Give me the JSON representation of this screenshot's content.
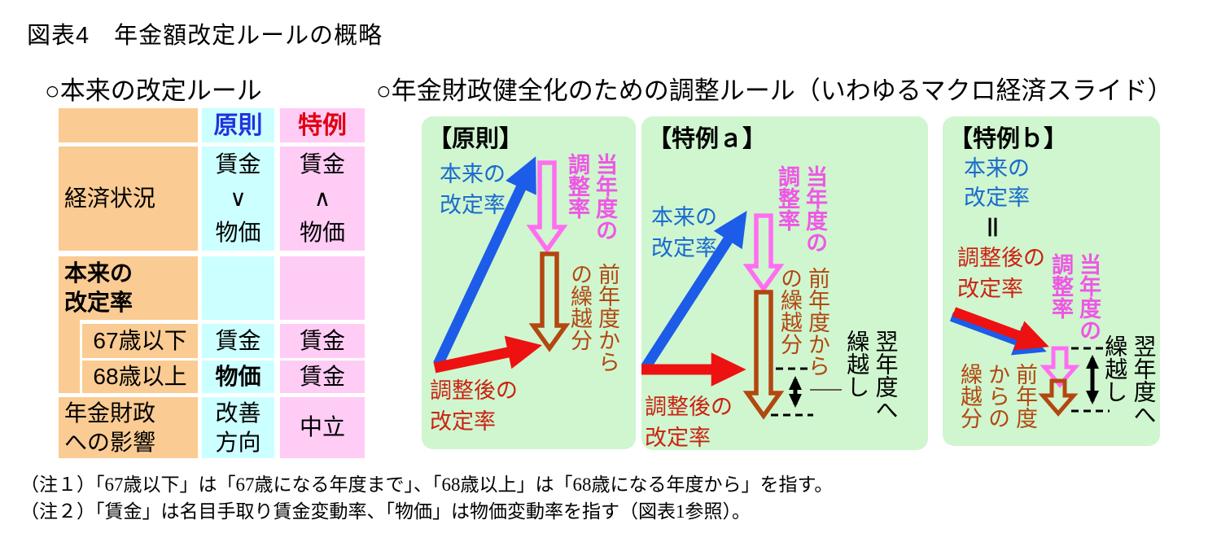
{
  "figure_title": "図表4　年金額改定ルールの概略",
  "sections": {
    "left_heading": "○本来の改定ルール",
    "right_heading": "○年金財政健全化のための調整ルール（いわゆるマクロ経済スライド）"
  },
  "rule_table": {
    "header": {
      "principle": "原則",
      "special": "特例"
    },
    "economic_condition": {
      "label": "経済状況",
      "principle": "賃金\n∨\n物価",
      "special": "賃金\n∧\n物価"
    },
    "original_rate": {
      "label": "本来の\n改定率"
    },
    "age_67_under": {
      "label": "67歳以下",
      "principle": "賃金",
      "special": "賃金"
    },
    "age_68_over": {
      "label": "68歳以上",
      "principle": "物価",
      "special": "賃金"
    },
    "finance_impact": {
      "label": "年金財政\nへの影響",
      "principle": "改善\n方向",
      "special": "中立"
    }
  },
  "panels": {
    "principle": {
      "title": "【原則】",
      "original_rate": "本来の\n改定率",
      "current_adjustment": "当年度の調整率",
      "prev_carryover": "前年度からの繰越分",
      "adjusted_rate": "調整後の\n改定率"
    },
    "special_a": {
      "title": "【特例ａ】",
      "original_rate": "本来の\n改定率",
      "current_adjustment": "当年度の調整率",
      "prev_carryover": "前年度からの繰越分",
      "adjusted_rate": "調整後の\n改定率",
      "next_carryover": "翌年度へ繰越し"
    },
    "special_b": {
      "title": "【特例ｂ】",
      "original_rate": "本来の\n改定率",
      "equals": "＝",
      "adjusted_rate": "調整後の\n改定率",
      "current_adjustment": "当年度の調整率",
      "prev_carryover": "前年度からの繰越分",
      "next_carryover": "翌年度へ繰越し"
    }
  },
  "notes": [
    "（注１）「67歳以下」は「67歳になる年度まで」、「68歳以上」は「68歳になる年度から」を指す。",
    "（注２）「賃金」は名目手取り賃金変動率、「物価」は物価変動率を指す（図表1参照）。"
  ],
  "colors": {
    "table_orange": "#FACB92",
    "table_cyan": "#CCFFFF",
    "table_pink": "#FFCCF6",
    "panel_green": "#CFF6CF",
    "header_blue": "#2233DD",
    "header_red": "#E00011",
    "arrow_blue": "#1C5CE8",
    "arrow_red": "#EE1111",
    "arrow_pink": "#FF6EF0",
    "arrow_brown": "#B34710",
    "text_blue": "#1A6ACE",
    "text_red": "#CC2211",
    "text_pink": "#EE58E4",
    "text_brown": "#B34710"
  }
}
